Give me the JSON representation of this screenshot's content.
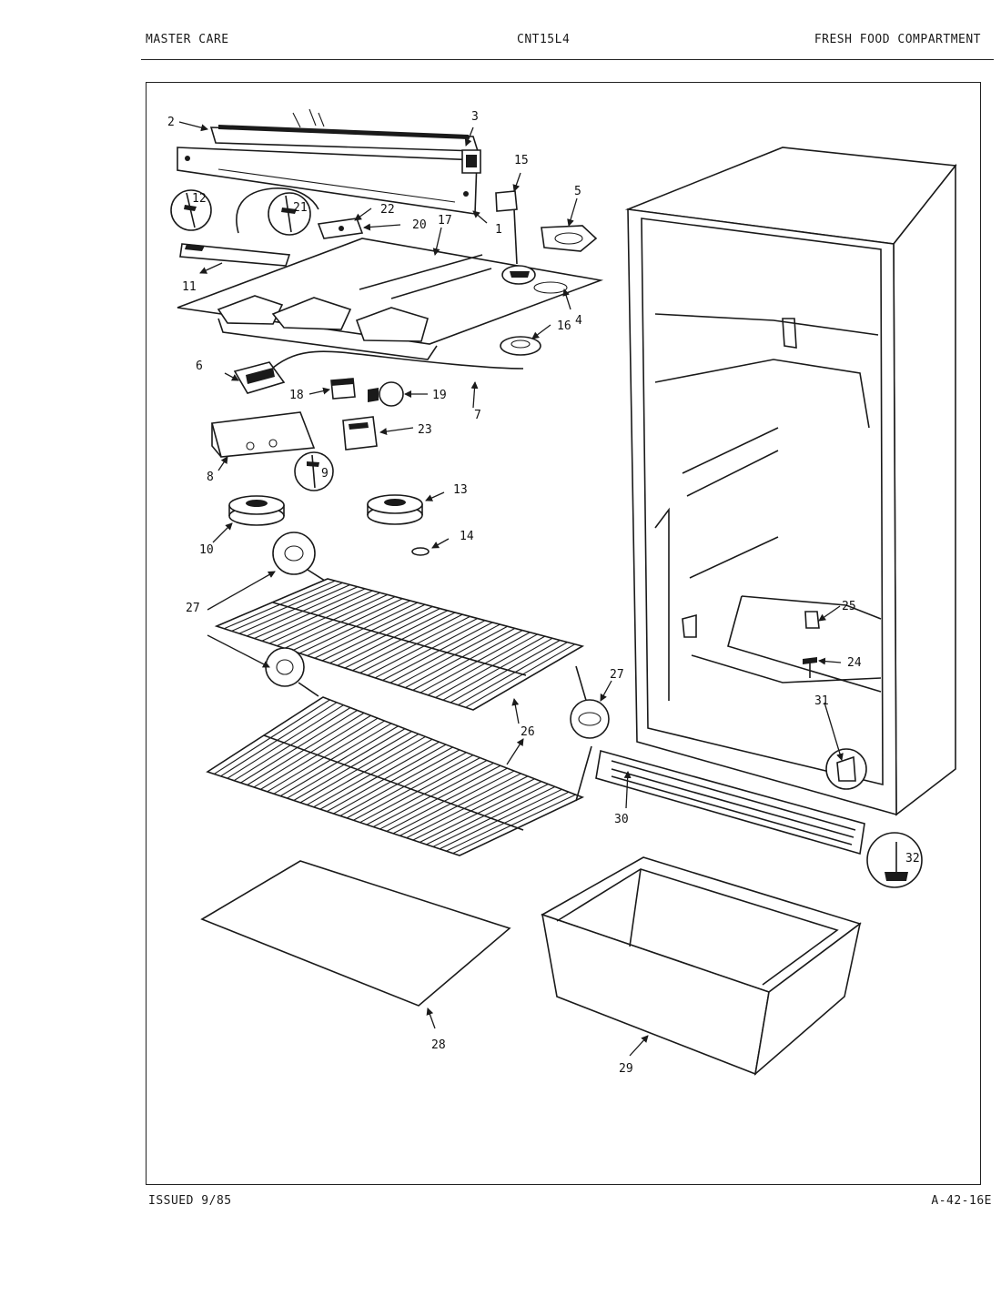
{
  "header": {
    "left": "MASTER CARE",
    "center": "CNT15L4",
    "right": "FRESH FOOD COMPARTMENT"
  },
  "footer": {
    "left": "ISSUED 9/85",
    "right": "A-42-16E"
  },
  "callouts": [
    "1",
    "2",
    "3",
    "4",
    "5",
    "6",
    "7",
    "8",
    "9",
    "10",
    "11",
    "12",
    "13",
    "14",
    "15",
    "16",
    "17",
    "18",
    "19",
    "20",
    "21",
    "22",
    "23",
    "24",
    "25",
    "26",
    "27",
    "27",
    "28",
    "29",
    "30",
    "31",
    "32"
  ]
}
